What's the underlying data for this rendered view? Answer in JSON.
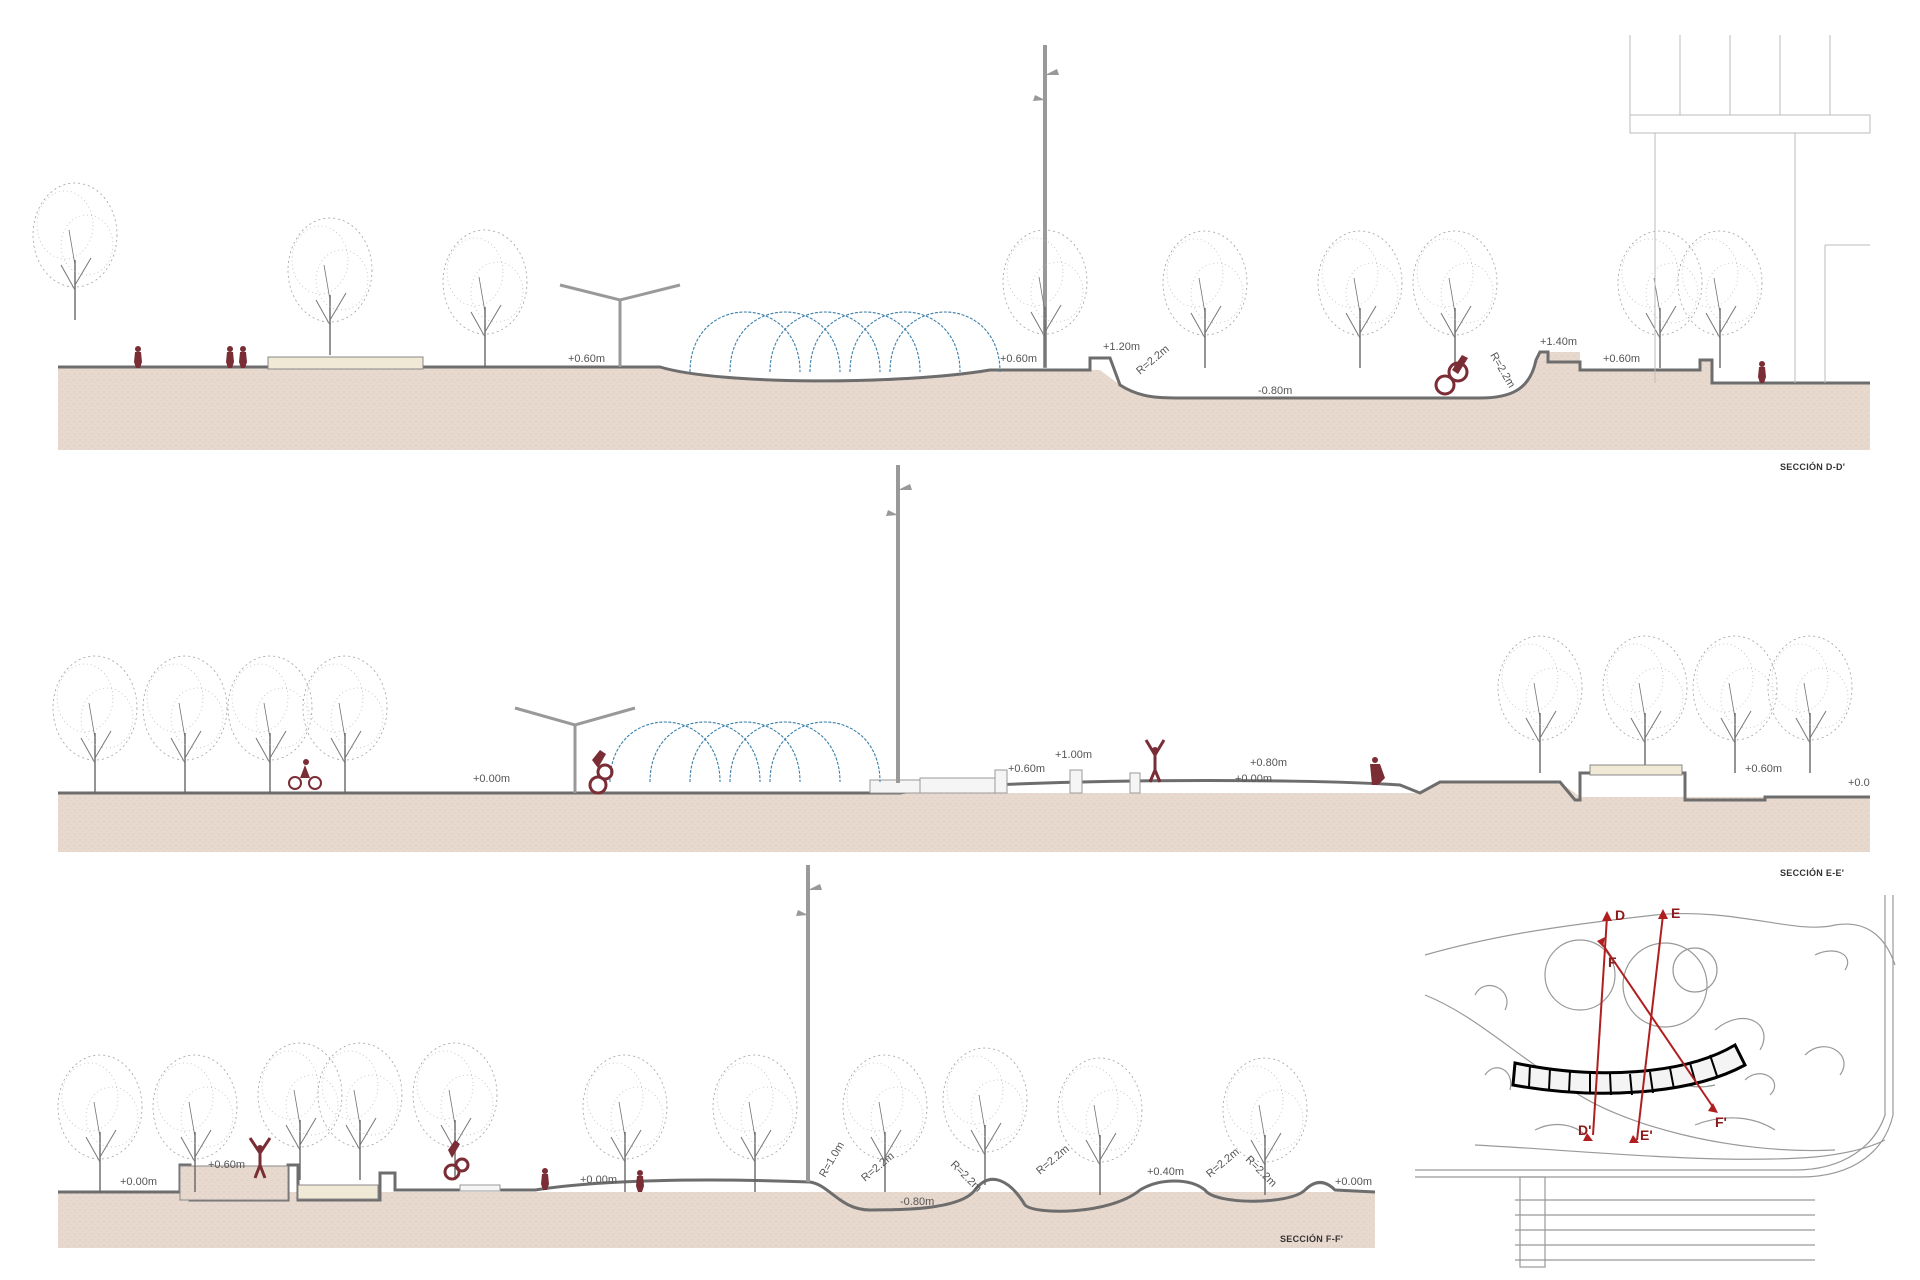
{
  "sections": [
    {
      "id": "dd",
      "title": "SECCIÓN D-D'",
      "levels": [
        "+0.60m",
        "+0.60m",
        "+1.20m",
        "-0.80m",
        "+1.40m",
        "+0.60m"
      ],
      "radii": [
        "R=2.2m",
        "R=2.2m"
      ]
    },
    {
      "id": "ee",
      "title": "SECCIÓN E-E'",
      "levels": [
        "+0.00m",
        "+0.60m",
        "+1.00m",
        "+0.80m",
        "+0.00m",
        "+0.60m",
        "+0.0"
      ]
    },
    {
      "id": "ff",
      "title": "SECCIÓN F-F'",
      "levels": [
        "+0.00m",
        "+0.60m",
        "+0.00m",
        "-0.80m",
        "+0.40m",
        "+0.00m"
      ],
      "radii": [
        "R=1.0m",
        "R=2.2m",
        "R=2.2m",
        "R=2.2m",
        "R=2.2m",
        "R=2.2m"
      ]
    }
  ],
  "keyplan": {
    "labels": [
      "D",
      "E",
      "F",
      "D'",
      "E'",
      "F'"
    ]
  },
  "colors": {
    "ground": "#e8d9cf",
    "ground_line": "#777777",
    "water": "#3a7fa8",
    "figure": "#7a2d35",
    "section_cut": "#b01f1f",
    "tree": "#8a8a8a"
  }
}
